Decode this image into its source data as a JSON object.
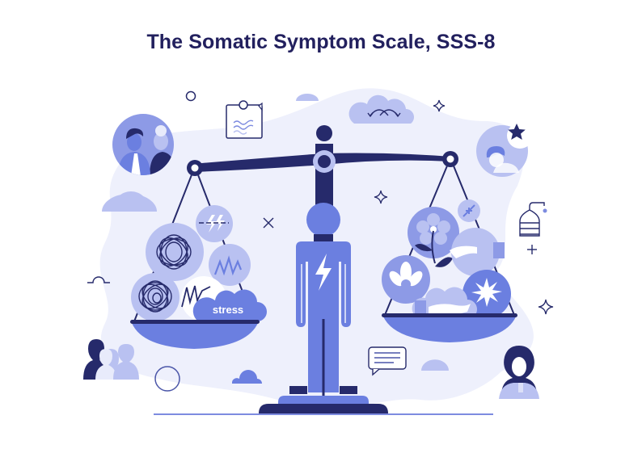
{
  "title": "The Somatic Symptom Scale, SSS-8",
  "illustration": {
    "central_figure": {
      "icon": "person-with-lightning-bolt"
    },
    "scale": {
      "type": "balance-scale"
    },
    "left_pan": {
      "label": "stress",
      "items": [
        "tangled-thread-icon",
        "tangled-thread-icon",
        "lightning-bolt-icon",
        "zigzag-wave-icon",
        "zigzag-pulse-icon",
        "stress-cloud"
      ]
    },
    "right_pan": {
      "items": [
        "flower-icon",
        "lotus-icon",
        "helping-hand-icon",
        "helping-hand-icon",
        "sparkle-star-icon",
        "arrows-icon"
      ]
    },
    "decorations": [
      "couple-avatar",
      "note-card-icon",
      "cloud-arrows-icon",
      "person-star-avatar",
      "kettlebell-icon",
      "family-silhouette",
      "woman-avatar",
      "chat-bubble-icon",
      "sparkle-icon",
      "plus-icon",
      "cross-icon",
      "circle-outline"
    ]
  },
  "colors": {
    "title": "#22205e",
    "navy": "#262a6b",
    "primary": "#6b7fe0",
    "light": "#b9c1f1",
    "background_blob": "#eef0fc"
  }
}
